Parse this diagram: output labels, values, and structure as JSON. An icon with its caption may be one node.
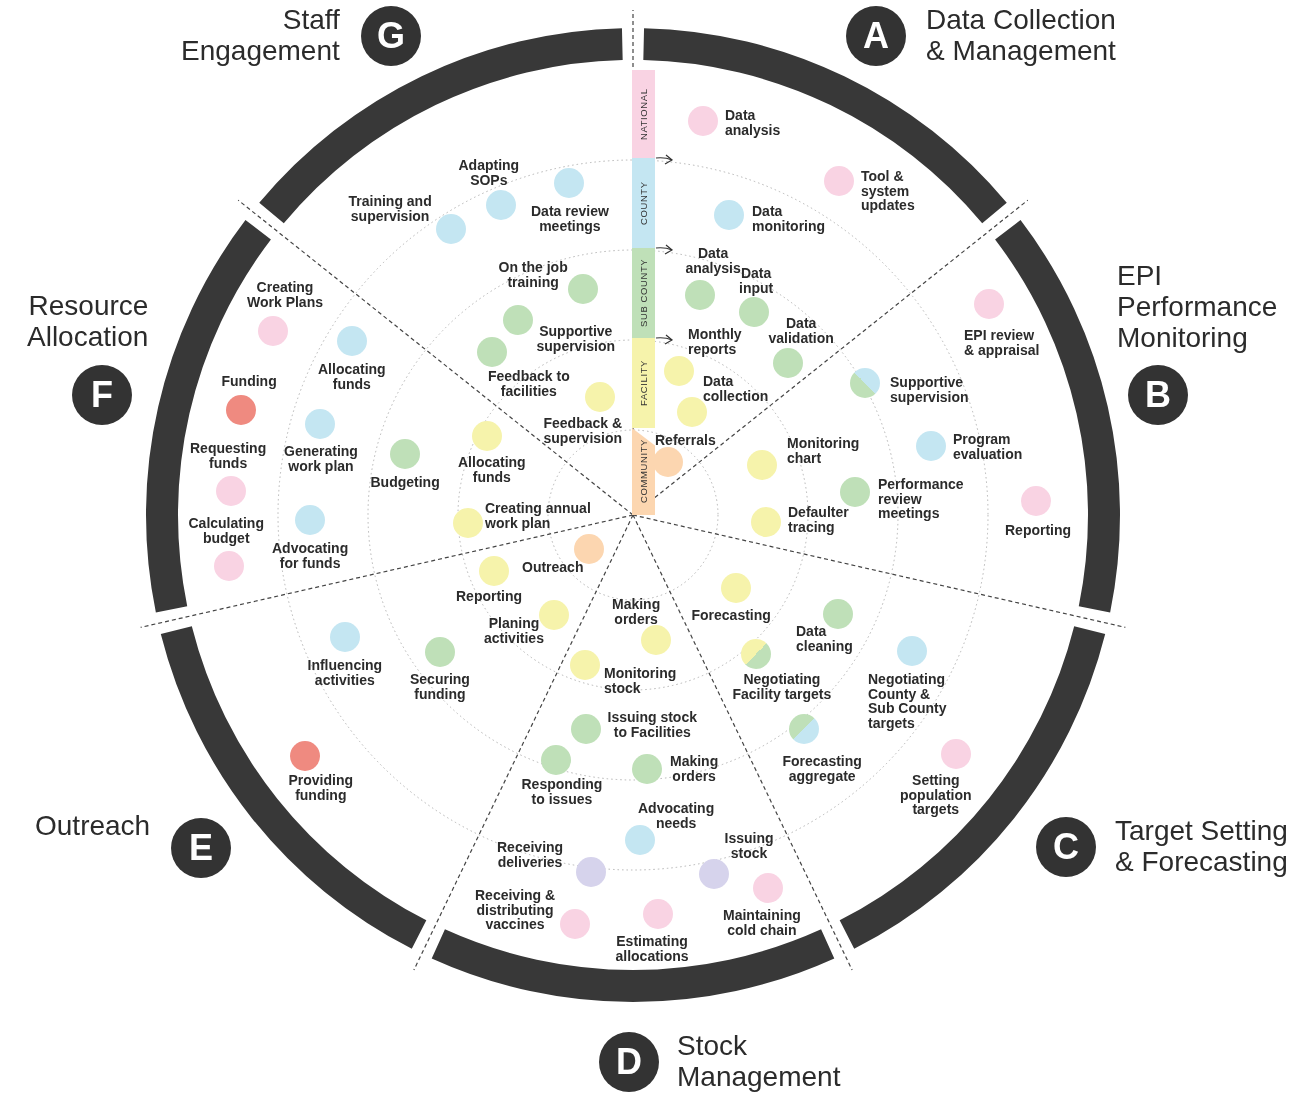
{
  "diagram": {
    "nodes": [
      {
        "text": [
          "A",
          "Data Collection & Management"
        ]
      },
      {
        "text": [
          "EPI Performance Monitoring",
          "B"
        ]
      },
      {
        "text": [
          "C",
          "Target Setting & Forecasting"
        ]
      },
      {
        "text": [
          "D",
          "Stock Management"
        ]
      },
      {
        "text": [
          "Outreach",
          "E"
        ]
      },
      {
        "text": [
          "Resource Allocation",
          "F"
        ]
      },
      {
        "text": [
          "Staff Engagement",
          "G"
        ]
      },
      {
        "text": [
          "NATIONAL"
        ]
      },
      {
        "text": [
          "COUNTY"
        ]
      },
      {
        "text": [
          "SUB COUNTY"
        ]
      },
      {
        "text": [
          "FACILITY"
        ]
      },
      {
        "text": [
          "COMMUNITY"
        ]
      },
      {
        "text": [
          "Data analysis"
        ]
      },
      {
        "text": [
          "Tool & system updates"
        ]
      },
      {
        "text": [
          "Data monitoring"
        ]
      },
      {
        "text": [
          "Data analysis"
        ]
      },
      {
        "text": [
          "Data input"
        ]
      },
      {
        "text": [
          "Data validation"
        ]
      },
      {
        "text": [
          "Monthly reports"
        ]
      },
      {
        "text": [
          "Data collection"
        ]
      },
      {
        "text": [
          "Referrals"
        ]
      },
      {
        "text": [
          "EPI review & appraisal"
        ]
      },
      {
        "text": [
          "Supportive supervision"
        ]
      },
      {
        "text": [
          "Program evaluation"
        ]
      },
      {
        "text": [
          "Reporting"
        ]
      },
      {
        "text": [
          "Monitoring chart"
        ]
      },
      {
        "text": [
          "Performance review meetings"
        ]
      },
      {
        "text": [
          "Defaulter tracing"
        ]
      },
      {
        "text": [
          "Forecasting"
        ]
      },
      {
        "text": [
          "Data cleaning"
        ]
      },
      {
        "text": [
          "Negotiating Facility targets"
        ]
      },
      {
        "text": [
          "Negotiating County & Sub County targets"
        ]
      },
      {
        "text": [
          "Forecasting aggregate"
        ]
      },
      {
        "text": [
          "Setting population targets"
        ]
      },
      {
        "text": [
          "Making orders"
        ]
      },
      {
        "text": [
          "Monitoring stock"
        ]
      },
      {
        "text": [
          "Issuing stock to Facilities"
        ]
      },
      {
        "text": [
          "Responding to issues"
        ]
      },
      {
        "text": [
          "Making orders"
        ]
      },
      {
        "text": [
          "Advocating needs"
        ]
      },
      {
        "text": [
          "Receiving deliveries"
        ]
      },
      {
        "text": [
          "Issuing stock"
        ]
      },
      {
        "text": [
          "Receiving & distributing vaccines"
        ]
      },
      {
        "text": [
          "Estimating allocations"
        ]
      },
      {
        "text": [
          "Maintaining cold chain"
        ]
      },
      {
        "text": [
          "Outreach"
        ]
      },
      {
        "text": [
          "Reporting"
        ]
      },
      {
        "text": [
          "Planing activities"
        ]
      },
      {
        "text": [
          "Securing funding"
        ]
      },
      {
        "text": [
          "Influencing activities"
        ]
      },
      {
        "text": [
          "Providing funding"
        ]
      },
      {
        "text": [
          "Creating Work Plans"
        ]
      },
      {
        "text": [
          "Allocating funds"
        ]
      },
      {
        "text": [
          "Funding"
        ]
      },
      {
        "text": [
          "Requesting funds"
        ]
      },
      {
        "text": [
          "Generating work plan"
        ]
      },
      {
        "text": [
          "Budgeting"
        ]
      },
      {
        "text": [
          "Calculating budget"
        ]
      },
      {
        "text": [
          "Advocating for funds"
        ]
      },
      {
        "text": [
          "Allocating funds"
        ]
      },
      {
        "text": [
          "Creating annual work plan"
        ]
      },
      {
        "text": [
          "Adapting SOPs"
        ]
      },
      {
        "text": [
          "Training and supervision"
        ]
      },
      {
        "text": [
          "Data review meetings"
        ]
      },
      {
        "text": [
          "On the job training"
        ]
      },
      {
        "text": [
          "Supportive supervision"
        ]
      },
      {
        "text": [
          "Feedback to facilities"
        ]
      },
      {
        "text": [
          "Feedback & supervision"
        ]
      }
    ]
  }
}
